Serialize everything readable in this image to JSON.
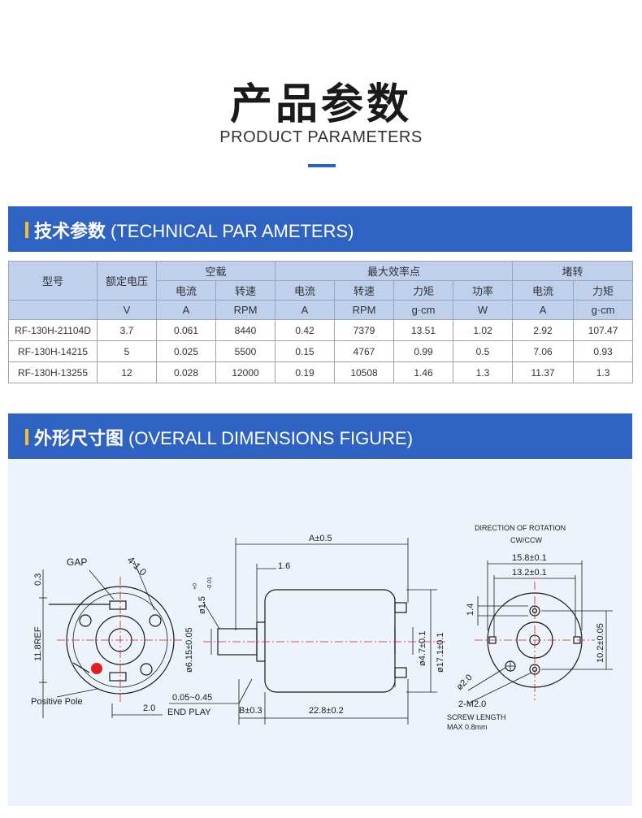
{
  "header": {
    "title_cn": "产品参数",
    "title_en": "PRODUCT PARAMETERS"
  },
  "section_tech": {
    "label_cn": "技术参数",
    "label_en": "(TECHNICAL PAR AMETERS)"
  },
  "table": {
    "model_header": "型号",
    "rated_voltage_header": "额定电压",
    "groups": [
      "空载",
      "最大效率点",
      "堵转"
    ],
    "subheaders": [
      "电流",
      "转速",
      "电流",
      "转速",
      "力矩",
      "功率",
      "电流",
      "力矩"
    ],
    "units": [
      "V",
      "A",
      "RPM",
      "A",
      "RPM",
      "g·cm",
      "W",
      "A",
      "g·cm"
    ],
    "rows": [
      [
        "RF-130H-21104D",
        "3.7",
        "0.061",
        "8440",
        "0.42",
        "7379",
        "13.51",
        "1.02",
        "2.92",
        "107.47"
      ],
      [
        "RF-130H-14215",
        "5",
        "0.025",
        "5500",
        "0.15",
        "4767",
        "0.99",
        "0.5",
        "7.06",
        "0.93"
      ],
      [
        "RF-130H-13255",
        "12",
        "0.028",
        "12000",
        "0.19",
        "10508",
        "1.46",
        "1.3",
        "11.37",
        "1.3"
      ]
    ]
  },
  "section_dim": {
    "label_cn": "外形尺寸图",
    "label_en": "(OVERALL DIMENSIONS FIGURE)"
  },
  "figure": {
    "gap": "GAP",
    "angle": "4-1.0",
    "dim_03": "0.3",
    "dim_118ref": "11.8REF",
    "positive_pole": "Positive Pole",
    "dim_20": "2.0",
    "dim_a": "A±0.5",
    "dim_16": "1.6",
    "shaft_dia": "ø1.5",
    "shaft_tol_up": "+0",
    "shaft_tol_low": "-0.01",
    "boss_dia": "ø6.15±0.05",
    "inner_dia": "ø4.7±0.1",
    "body_dia": "ø17.1±0.1",
    "end_play_val": "0.05~0.45",
    "end_play": "END PLAY",
    "dim_b": "B±0.3",
    "dim_228": "22.8±0.2",
    "direction": "DIRECTION OF ROTATION",
    "cwccw": "CW/CCW",
    "dim_158": "15.8±0.1",
    "dim_132": "13.2±0.1",
    "dim_14": "1.4",
    "dim_102": "10.2±0.05",
    "hole_dia": "ø2.0",
    "screw": "2-M2.0",
    "screw_len": "SCREW LENGTH",
    "max_len": "MAX 0.8mm",
    "colors": {
      "band": "#2f63c3",
      "accent": "#f2c12e",
      "header_cell": "#bfd0ec",
      "pole": "#e01f1f",
      "centerline": "#d02020"
    }
  }
}
